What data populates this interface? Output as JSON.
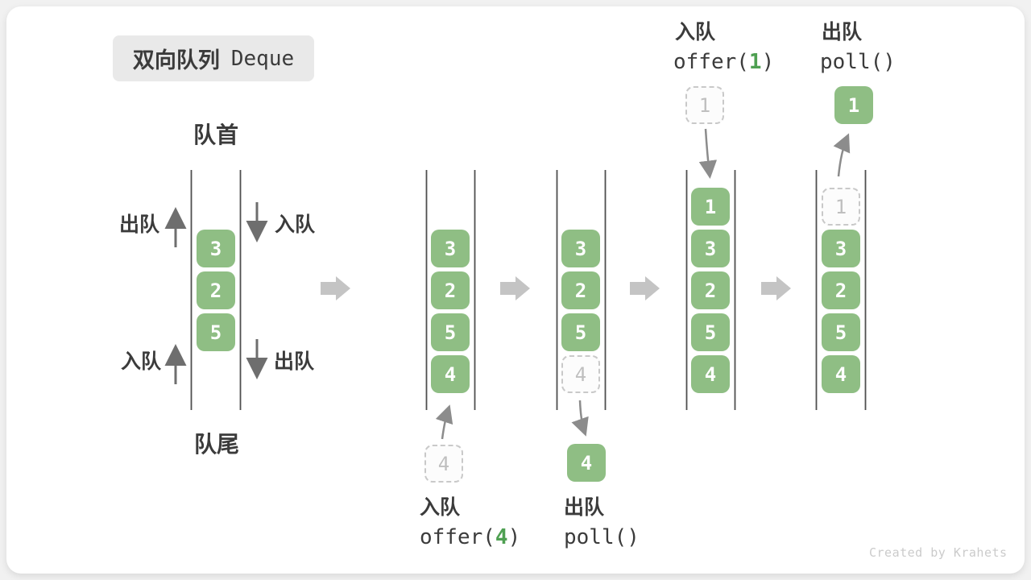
{
  "title": {
    "zh": "双向队列",
    "en": "Deque"
  },
  "watermark": "Created by Krahets",
  "colors": {
    "cell_green": "#8FBE84",
    "code_arg_green": "#4FA052",
    "text_dark": "#3B3B3B",
    "ghost_border": "#C9C9C9",
    "ghost_text": "#BFBFBF",
    "queue_wall": "#4F4F4F",
    "thin_arrow": "#8C8C8C",
    "big_arrow": "#6E6E6E",
    "block_arrow": "#C4C4C4",
    "title_box_bg": "#E9E9E9"
  },
  "side_labels": {
    "front": "队首",
    "rear": "队尾",
    "out_top": "出队",
    "in_top": "入队",
    "in_bottom": "入队",
    "out_bottom": "出队"
  },
  "queues": {
    "q1": {
      "cells": [
        "3",
        "2",
        "5"
      ]
    },
    "q2": {
      "cells": [
        "3",
        "2",
        "5",
        "4"
      ]
    },
    "q3": {
      "cells": [
        "3",
        "2",
        "5"
      ],
      "ghost": "4"
    },
    "q4": {
      "cells": [
        "1",
        "3",
        "2",
        "5",
        "4"
      ]
    },
    "q5": {
      "ghost": "1",
      "cells": [
        "3",
        "2",
        "5",
        "4"
      ]
    }
  },
  "ops": {
    "enqueue4": {
      "zh": "入队",
      "code_pre": "offer(",
      "arg": "4",
      "code_post": ")",
      "ghost_value": "4"
    },
    "dequeue4": {
      "zh": "出队",
      "code": "poll()",
      "out_value": "4"
    },
    "enqueue1": {
      "zh": "入队",
      "code_pre": "offer(",
      "arg": "1",
      "code_post": ")",
      "ghost_value": "1"
    },
    "dequeue1": {
      "zh": "出队",
      "code": "poll()",
      "out_value": "1"
    }
  }
}
